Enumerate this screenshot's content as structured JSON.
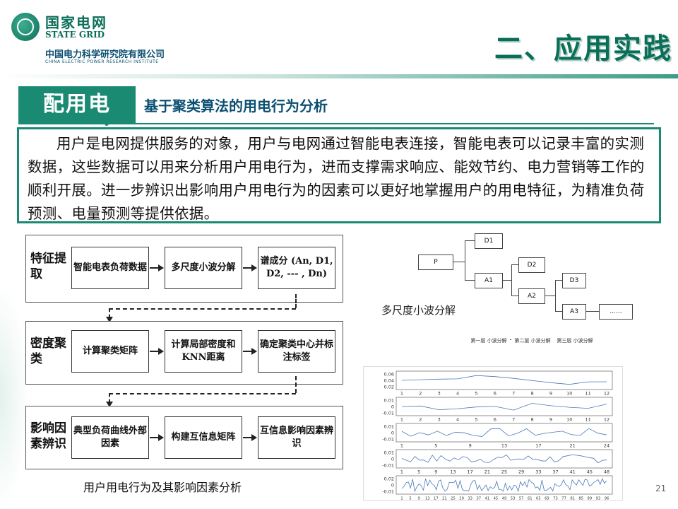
{
  "header": {
    "brand_cn": "国家电网",
    "brand_en": "STATE GRID",
    "institute_cn": "中国电力科学研究院有限公司",
    "institute_en": "CHINA ELECTRIC POWER RESEARCH INSTITUTE",
    "section_title": "二、应用实践"
  },
  "tab": {
    "label": "配用电",
    "topic": "基于聚类算法的用电行为分析"
  },
  "intro_text": "用户是电网提供服务的对象，用户与电网通过智能电表连接，智能电表可以记录丰富的实测数据，这些数据可以用来分析用户用电行为，进而支撑需求响应、能效节约、电力营销等工作的顺利开展。进一步辨识出影响用户用电行为的因素可以更好地掌握用户的用电特征，为精准负荷预测、电量预测等提供依据。",
  "flow": {
    "stages": [
      {
        "label": "特征提取",
        "boxes": [
          "智能电表负荷数据",
          "多尺度小波分解",
          "谱成分 (An, D1, D2, --- , Dn)"
        ]
      },
      {
        "label": "密度聚类",
        "boxes": [
          "计算聚类矩阵",
          "计算局部密度和KNN距离",
          "确定聚类中心并标注标签"
        ]
      },
      {
        "label": "影响因素辨识",
        "boxes": [
          "典型负荷曲线外部因素",
          "构建互信息矩阵",
          "互信息影响因素辨识"
        ]
      }
    ],
    "caption": "用户用电行为及其影响因素分析"
  },
  "tree": {
    "nodes": {
      "p": "P",
      "d1": "D1",
      "a1": "A1",
      "d2": "D2",
      "a2": "A2",
      "d3": "D3",
      "a3": "A3",
      "more": "......"
    },
    "levels": [
      "第一层 小波分解",
      "第二层 小波分解",
      "第三层 小波分解"
    ],
    "caption": "多尺度小波分解"
  },
  "plots": [
    {
      "yticks": [
        "0.06",
        "0.04",
        "0.02"
      ],
      "xticks": [
        "1",
        "2",
        "3",
        "4",
        "5",
        "6",
        "7",
        "8",
        "9",
        "10",
        "11",
        "12"
      ]
    },
    {
      "yticks": [
        "0.01",
        "0",
        "-0.01"
      ],
      "xticks": [
        "1",
        "2",
        "3",
        "4",
        "5",
        "6",
        "7",
        "8",
        "9",
        "10",
        "11",
        "12"
      ]
    },
    {
      "yticks": [
        "0.01",
        "0",
        "-0.01"
      ],
      "xticks": [
        "1",
        "5",
        "9",
        "13",
        "17",
        "21",
        "24"
      ]
    },
    {
      "yticks": [
        "0.01",
        "0",
        "-0.01"
      ],
      "xticks": [
        "1",
        "5",
        "9",
        "13",
        "17",
        "21",
        "25",
        "29",
        "33",
        "37",
        "41",
        "45",
        "48"
      ]
    },
    {
      "yticks": [
        "0.02",
        "0",
        "-0.01"
      ],
      "xticks": [
        "1",
        "5",
        "9",
        "13",
        "17",
        "21",
        "25",
        "29",
        "33",
        "37",
        "41",
        "45",
        "49",
        "53",
        "57",
        "61",
        "65",
        "69",
        "73",
        "77",
        "81",
        "85",
        "89",
        "93",
        "96"
      ]
    }
  ],
  "page_number": "21"
}
